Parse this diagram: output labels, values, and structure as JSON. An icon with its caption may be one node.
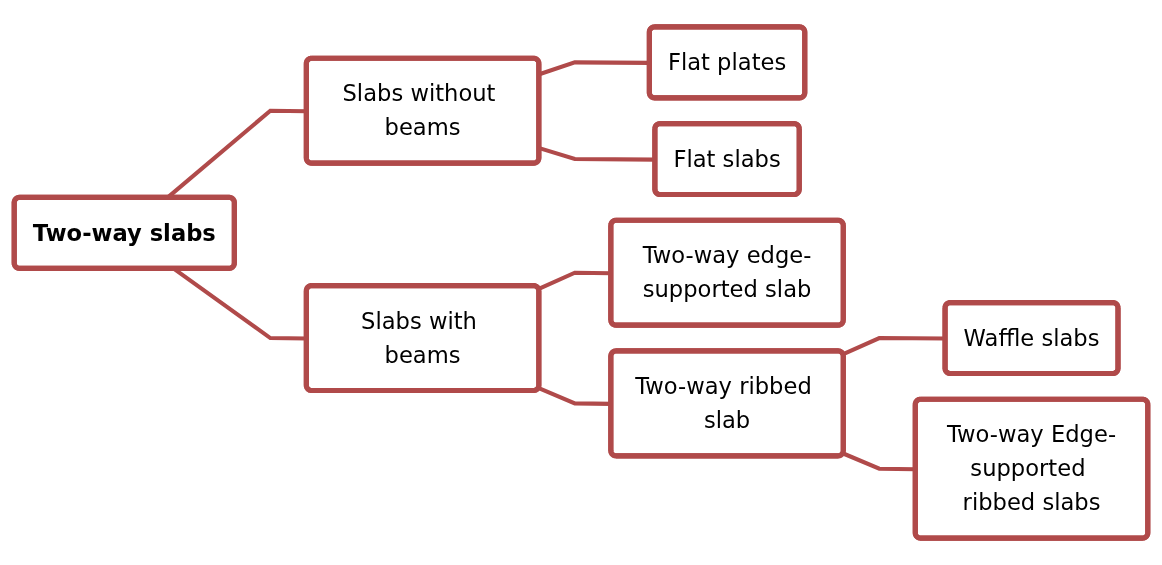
{
  "diagram": {
    "nodes": [
      {
        "text": [
          "Two-way slabs"
        ]
      },
      {
        "text": [
          "Slabs without beams"
        ]
      },
      {
        "text": [
          "Flat plates"
        ]
      },
      {
        "text": [
          "Flat slabs"
        ]
      },
      {
        "text": [
          "Slabs with beams"
        ]
      },
      {
        "text": [
          "Two-way edge-supported slab"
        ]
      },
      {
        "text": [
          "Two-way ribbed slab"
        ]
      },
      {
        "text": [
          "Waffle slabs"
        ]
      },
      {
        "text": [
          "Two-way Edge-supported ribbed slabs"
        ]
      }
    ],
    "edges": [
      {
        "from": 0,
        "to": 1,
        "arrow": "none"
      },
      {
        "from": 0,
        "to": 4,
        "arrow": "none"
      },
      {
        "from": 1,
        "to": 2,
        "arrow": "none"
      },
      {
        "from": 1,
        "to": 3,
        "arrow": "none"
      },
      {
        "from": 4,
        "to": 5,
        "arrow": "none"
      },
      {
        "from": 4,
        "to": 6,
        "arrow": "none"
      },
      {
        "from": 6,
        "to": 7,
        "arrow": "none"
      },
      {
        "from": 6,
        "to": 8,
        "arrow": "none"
      }
    ]
  }
}
